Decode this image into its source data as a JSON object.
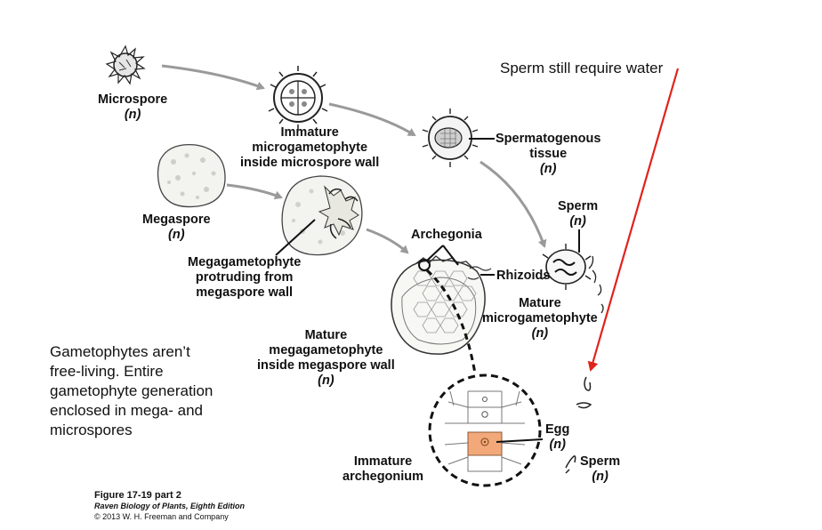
{
  "labels": {
    "microspore": "Microspore",
    "microspore_ploidy": "(n)",
    "immature_micro_l1": "Immature",
    "immature_micro_l2": "microgametophyte",
    "immature_micro_l3": "inside microspore wall",
    "spermatogenous_l1": "Spermatogenous",
    "spermatogenous_l2": "tissue",
    "spermatogenous_ploidy": "(n)",
    "megaspore": "Megaspore",
    "megaspore_ploidy": "(n)",
    "protruding_l1": "Megagametophyte",
    "protruding_l2": "protruding from",
    "protruding_l3": "megaspore wall",
    "archegonia": "Archegonia",
    "rhizoids": "Rhizoids",
    "sperm_top": "Sperm",
    "sperm_top_ploidy": "(n)",
    "mature_micro_l1": "Mature",
    "mature_micro_l2": "microgametophyte",
    "mature_micro_ploidy": "(n)",
    "mature_mega_l1": "Mature",
    "mature_mega_l2": "megagametophyte",
    "mature_mega_l3": "inside megaspore wall",
    "mature_mega_ploidy": "(n)",
    "egg": "Egg",
    "egg_ploidy": "(n)",
    "immature_arch_l1": "Immature",
    "immature_arch_l2": "archegonium",
    "sperm_bottom": "Sperm",
    "sperm_bottom_ploidy": "(n)"
  },
  "notes": {
    "sperm_water": "Sperm still require water",
    "gametophytes_l1": "Gametophytes aren’t",
    "gametophytes_l2": "free-living. Entire",
    "gametophytes_l3": "gametophyte generation",
    "gametophytes_l4": "enclosed in mega- and",
    "gametophytes_l5": "microspores"
  },
  "caption": {
    "figure": "Figure 17-19 part 2",
    "book": "Raven Biology of Plants, Eighth Edition",
    "copyright": "© 2013 W. H. Freeman and Company"
  },
  "colors": {
    "annotation_arrow": "#e0231b",
    "egg_fill": "#f2a878",
    "flow_arrow": "#9a9a9a"
  }
}
